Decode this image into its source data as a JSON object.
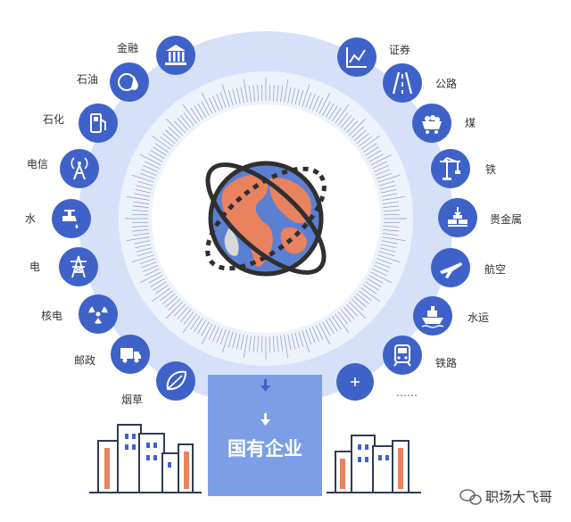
{
  "center_label": "国有企业",
  "left_industries": [
    {
      "label": "金融",
      "icon": "bank-icon"
    },
    {
      "label": "石油",
      "icon": "oil-drop-icon"
    },
    {
      "label": "石化",
      "icon": "fuel-pump-icon"
    },
    {
      "label": "电信",
      "icon": "antenna-tower-icon"
    },
    {
      "label": "水",
      "icon": "water-tap-icon"
    },
    {
      "label": "电",
      "icon": "power-pylon-icon"
    },
    {
      "label": "核电",
      "icon": "radiation-icon"
    },
    {
      "label": "邮政",
      "icon": "delivery-truck-icon"
    },
    {
      "label": "烟草",
      "icon": "tobacco-leaf-icon"
    }
  ],
  "right_industries": [
    {
      "label": "证券",
      "icon": "stock-chart-icon"
    },
    {
      "label": "公路",
      "icon": "road-icon"
    },
    {
      "label": "煤",
      "icon": "coal-cart-icon"
    },
    {
      "label": "铁",
      "icon": "crane-icon"
    },
    {
      "label": "贵金属",
      "icon": "gold-bars-icon"
    },
    {
      "label": "航空",
      "icon": "airplane-icon"
    },
    {
      "label": "水运",
      "icon": "ship-icon"
    },
    {
      "label": "铁路",
      "icon": "train-icon"
    },
    {
      "label": "",
      "icon": "plus-icon"
    }
  ],
  "more_label": "……",
  "watermark": "职场大飞哥",
  "colors": {
    "icon_circle": "#3f62c8",
    "ring_light": "#d3dff8",
    "pillar": "#7c9ee6",
    "globe_ocean": "#5b7fd1",
    "globe_land": "#e8825f",
    "text": "#333333"
  }
}
